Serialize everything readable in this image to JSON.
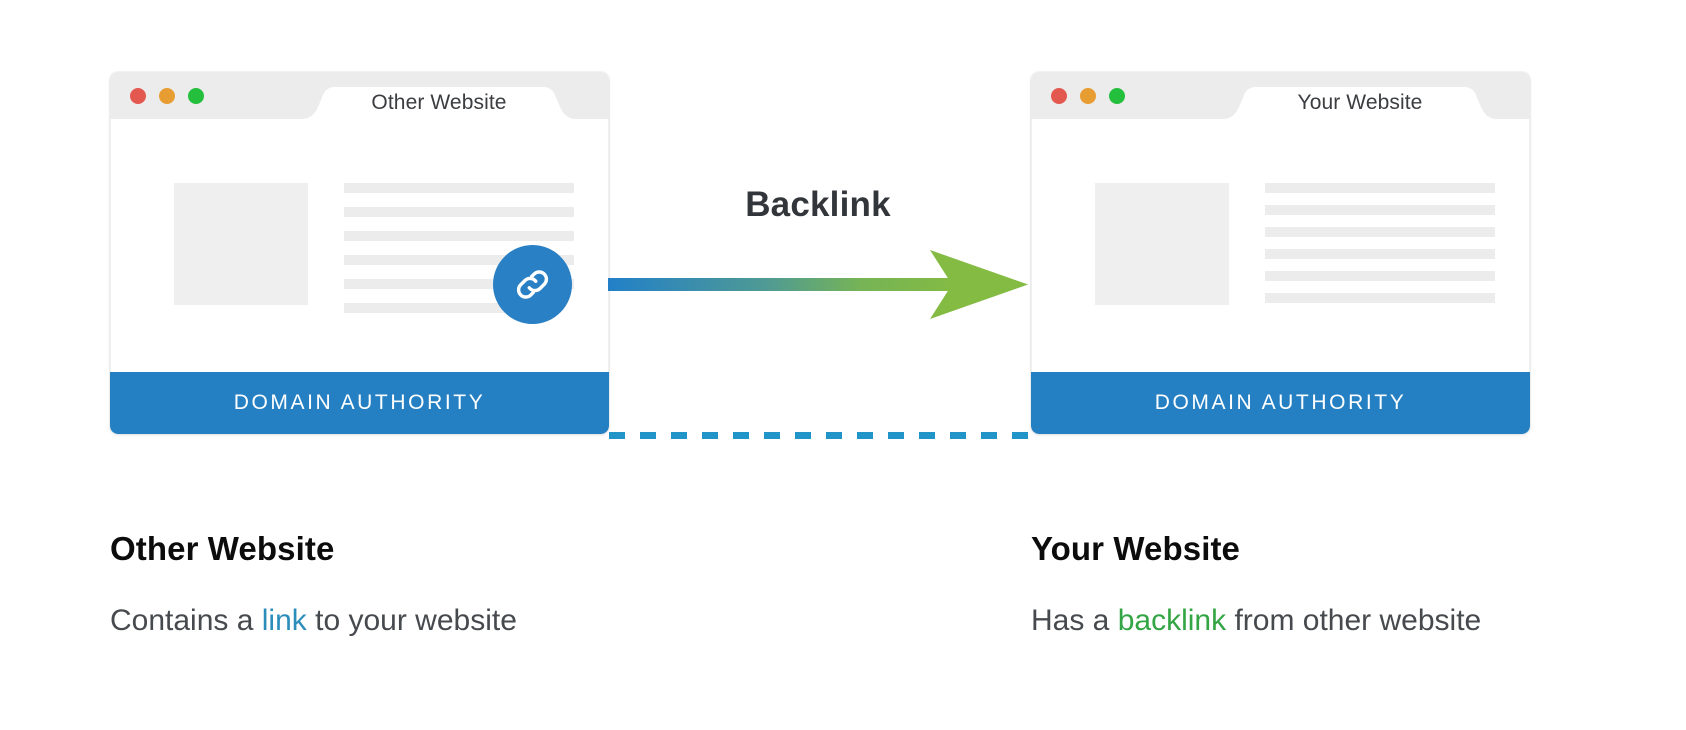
{
  "diagram": {
    "connector_label": "Backlink",
    "arrow": {
      "icon": "arrow-right-icon",
      "gradient_from": "#2280c8",
      "gradient_to": "#84bb42"
    },
    "dashed_connector": {
      "color": "#2295c8",
      "style": "dashed"
    }
  },
  "windows": [
    {
      "id": "other-website",
      "tab_title": "Other Website",
      "traffic_lights": [
        {
          "name": "close",
          "color": "#e4594f"
        },
        {
          "name": "minimize",
          "color": "#e89d33"
        },
        {
          "name": "maximize",
          "color": "#23bf3d"
        }
      ],
      "footer_label": "DOMAIN AUTHORITY",
      "footer_color": "#2580c3",
      "content": {
        "thumbnail": "image-placeholder",
        "text_lines": 6,
        "last_line_short": true
      },
      "badge": {
        "icon": "link-icon",
        "color": "#2980c4"
      }
    },
    {
      "id": "your-website",
      "tab_title": "Your Website",
      "traffic_lights": [
        {
          "name": "close",
          "color": "#e4594f"
        },
        {
          "name": "minimize",
          "color": "#e89d33"
        },
        {
          "name": "maximize",
          "color": "#23bf3d"
        }
      ],
      "footer_label": "DOMAIN AUTHORITY",
      "footer_color": "#2580c3",
      "content": {
        "thumbnail": "image-placeholder",
        "text_lines": 6,
        "last_line_short": false
      }
    }
  ],
  "captions": [
    {
      "heading": "Other Website",
      "body_before": "Contains a ",
      "body_highlight": "link",
      "body_after": " to your website",
      "highlight_color": "#2c8dbb"
    },
    {
      "heading": "Your Website",
      "body_before": "Has a ",
      "body_highlight": "backlink",
      "body_after": " from other website",
      "highlight_color": "#33a544"
    }
  ]
}
